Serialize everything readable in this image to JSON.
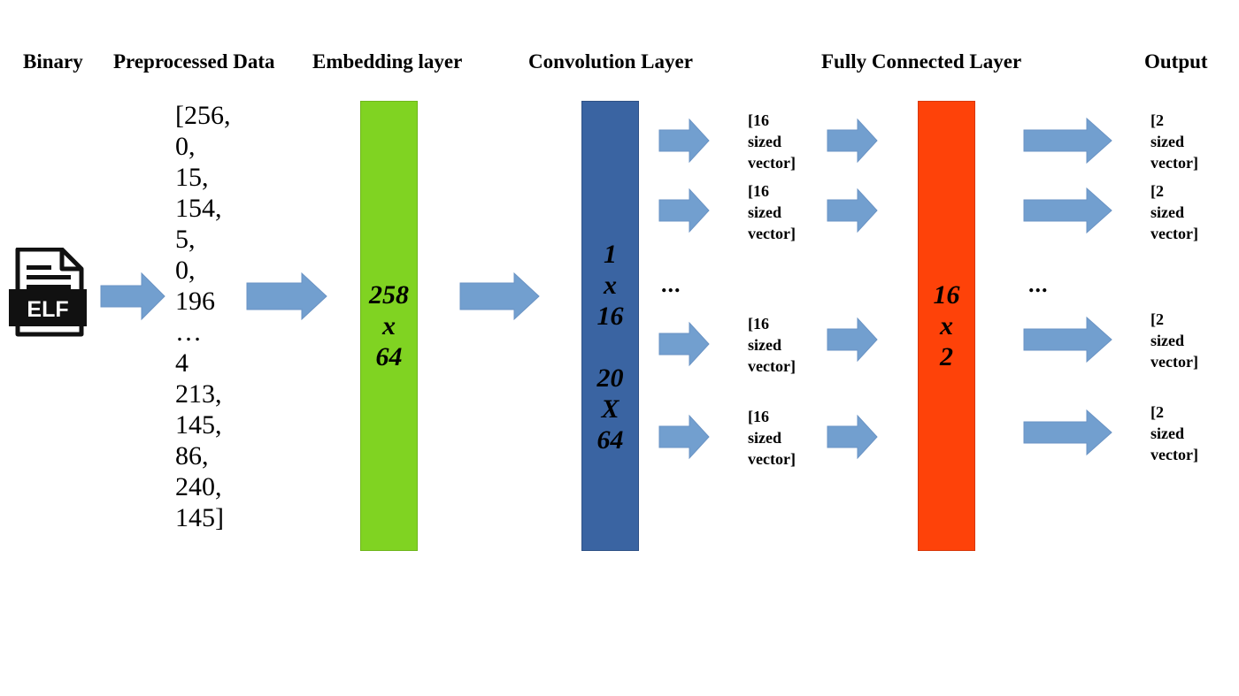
{
  "headers": {
    "binary": "Binary",
    "preprocessed": "Preprocessed Data",
    "embedding": "Embedding layer",
    "convolution": "Convolution Layer",
    "fully_connected": "Fully Connected Layer",
    "output": "Output"
  },
  "elf_icon": {
    "icon": "elf-file-icon",
    "label": "ELF"
  },
  "preprocessed_values": [
    "[256,",
    "0,",
    "15,",
    "154,",
    "5,",
    "0,",
    "196",
    "…",
    "4",
    "213,",
    "145,",
    "86,",
    "240,",
    "145]"
  ],
  "embedding_block": {
    "text": "258\nx\n64",
    "color": "#80d322"
  },
  "convolution_block": {
    "text": "1\nx\n16\n\n20\nX\n64",
    "color": "#3a64a2"
  },
  "fully_connected_block": {
    "text": "16\nx\n2",
    "color": "#fe4209"
  },
  "conv_outputs": [
    "[16\nsized\nvector]",
    "[16\nsized\nvector]",
    "[16\nsized\nvector]",
    "[16\nsized\nvector]"
  ],
  "fc_outputs": [
    "[2\nsized\nvector]",
    "[2\nsized\nvector]",
    "[2\nsized\nvector]",
    "[2\nsized\nvector]"
  ],
  "ellipsis": "...",
  "arrow_color": "#729fcf"
}
